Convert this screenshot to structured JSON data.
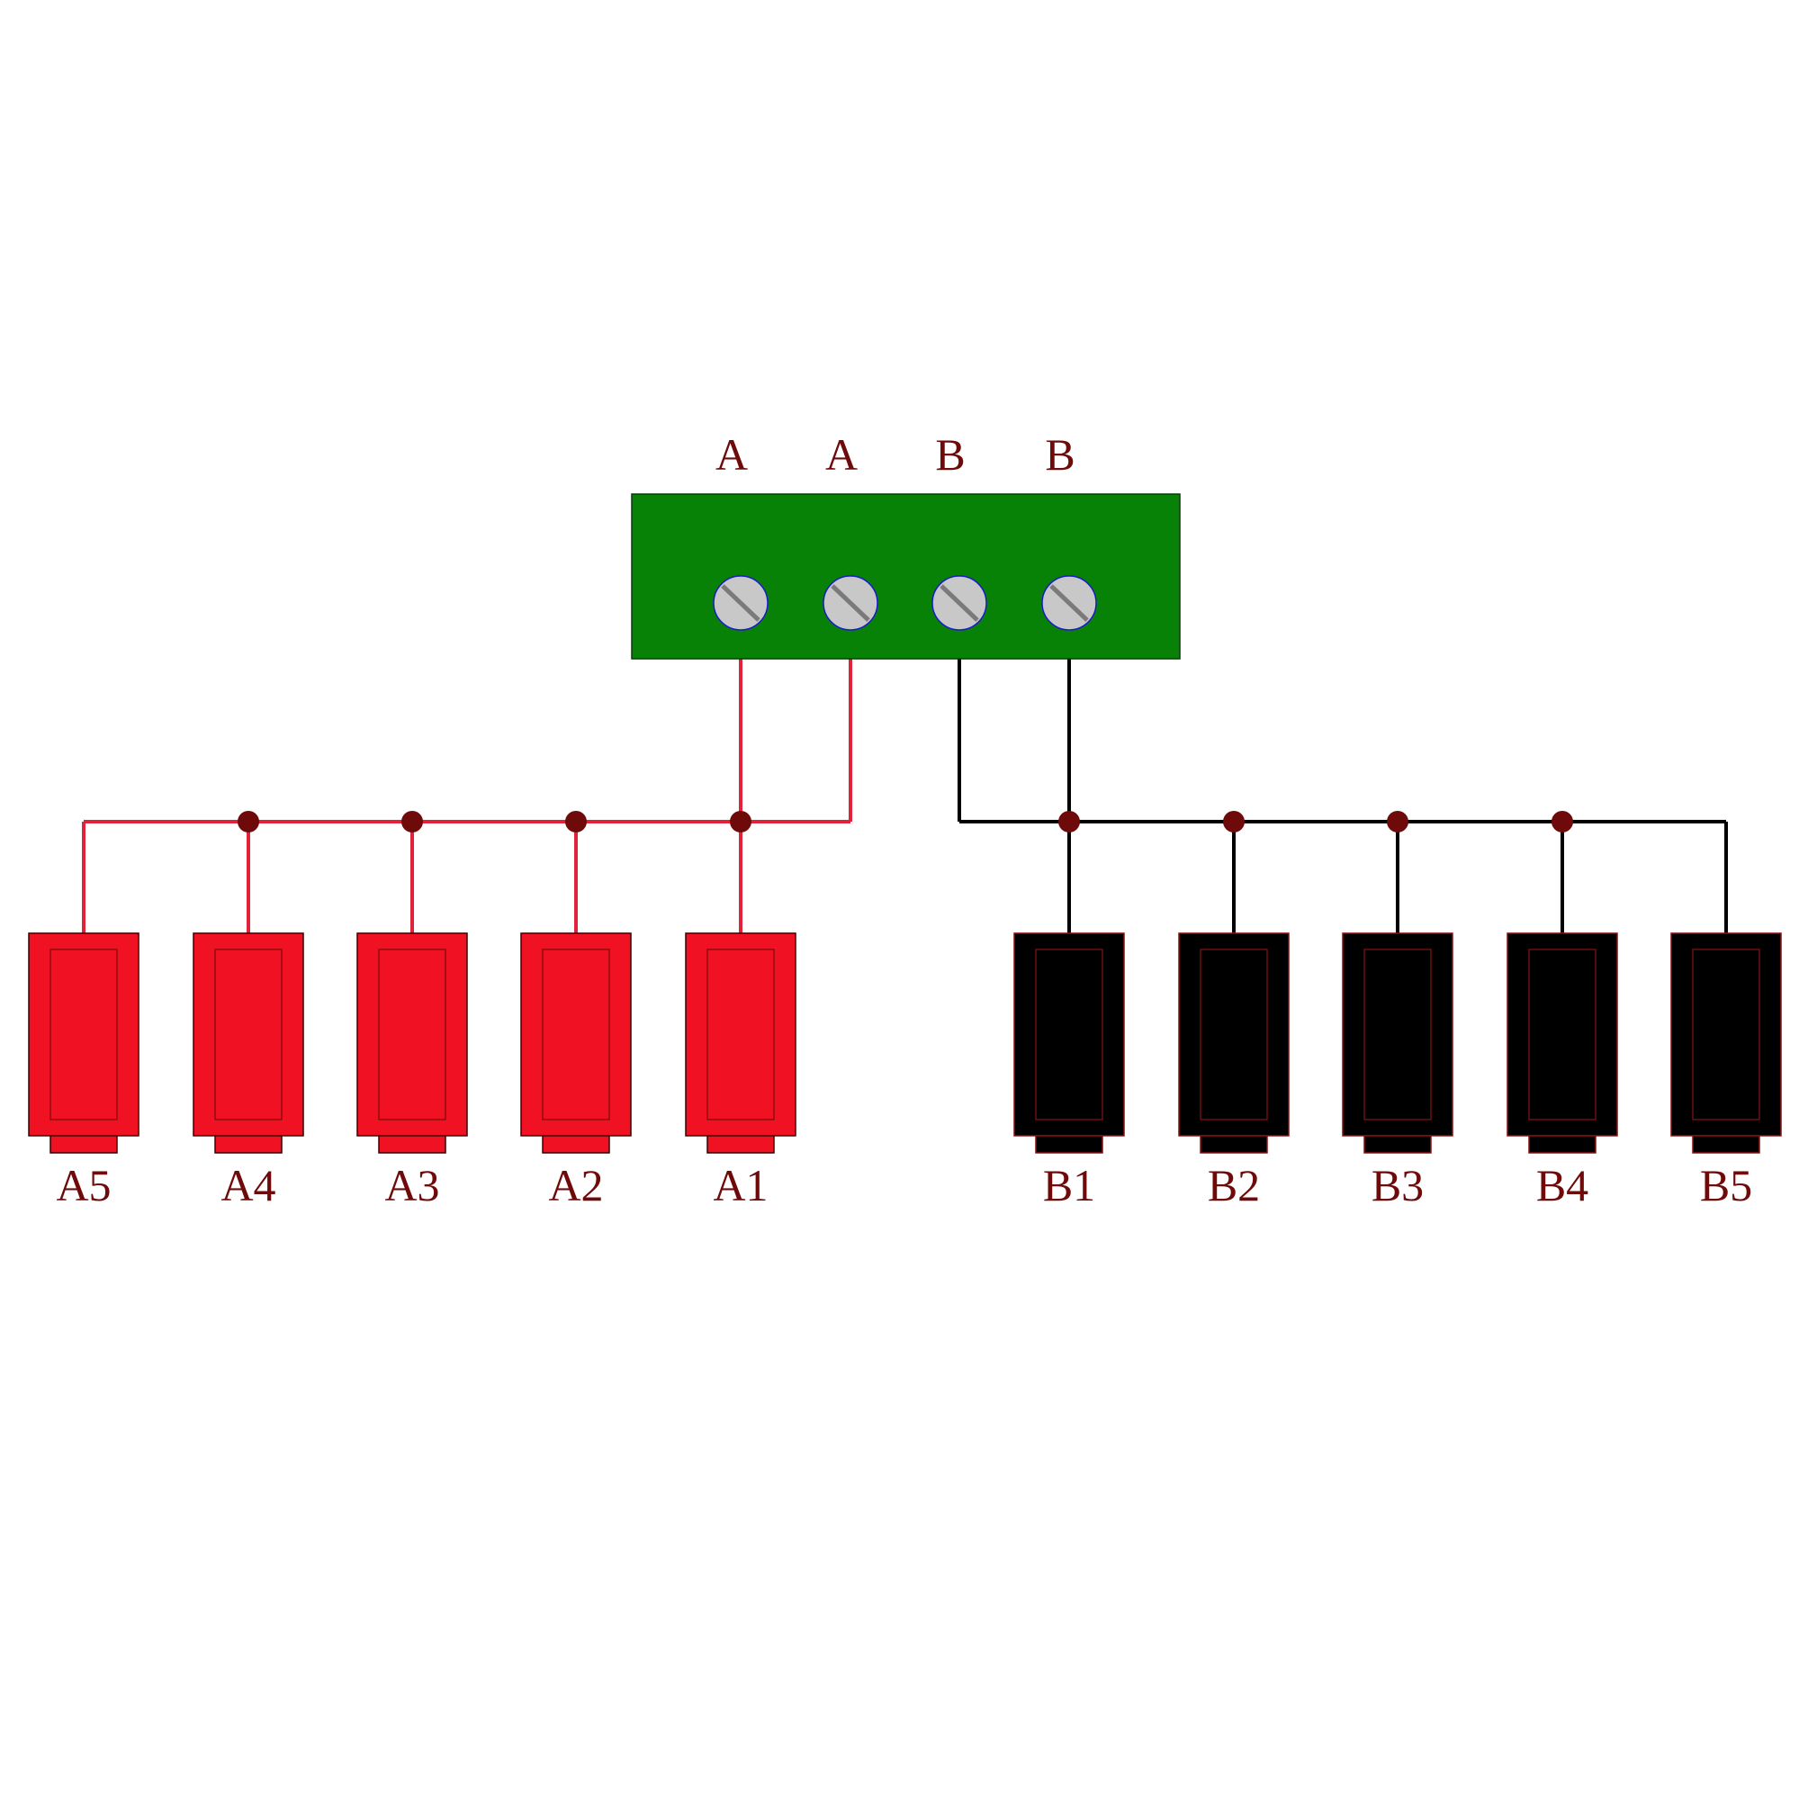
{
  "colors": {
    "board": "#078207",
    "screw": "#c8c8c8",
    "screw_ring": "#1a1acc",
    "screw_slot": "#7a7a7a",
    "wire_a": "#e0223a",
    "wire_b": "#000000",
    "jack_a": "#f01222",
    "jack_b": "#000000",
    "jack_b_outline": "#8a1010",
    "junction": "#6e0a0a",
    "label": "#6e0a0a"
  },
  "terminal_block": {
    "terminals": [
      {
        "label": "A",
        "net": "a"
      },
      {
        "label": "A",
        "net": "a"
      },
      {
        "label": "B",
        "net": "b"
      },
      {
        "label": "B",
        "net": "b"
      }
    ]
  },
  "jacks_a": [
    {
      "label": "A5"
    },
    {
      "label": "A4"
    },
    {
      "label": "A3"
    },
    {
      "label": "A2"
    },
    {
      "label": "A1"
    }
  ],
  "jacks_b": [
    {
      "label": "B1"
    },
    {
      "label": "B2"
    },
    {
      "label": "B3"
    },
    {
      "label": "B4"
    },
    {
      "label": "B5"
    }
  ]
}
